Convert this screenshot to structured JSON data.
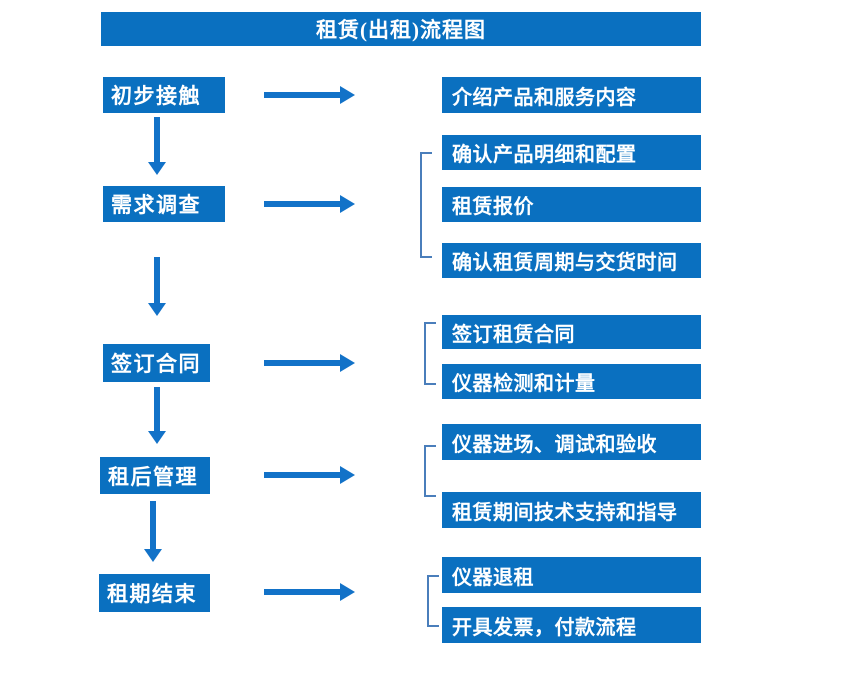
{
  "title": "租赁(出租)流程图",
  "colors": {
    "box_blue": "#0a70c0",
    "arrow_blue": "#1272c8",
    "bracket_blue": "#4a7ebb",
    "text_white": "#ffffff"
  },
  "flow": {
    "steps": [
      {
        "label": "初步接触",
        "details": [
          "介绍产品和服务内容"
        ]
      },
      {
        "label": "需求调查",
        "details": [
          "确认产品明细和配置",
          "租赁报价",
          "确认租赁周期与交货时间"
        ]
      },
      {
        "label": "签订合同",
        "details": [
          "签订租赁合同",
          "仪器检测和计量"
        ]
      },
      {
        "label": "租后管理",
        "details": [
          "仪器进场、调试和验收",
          "租赁期间技术支持和指导"
        ]
      },
      {
        "label": "租期结束",
        "details": [
          "仪器退租",
          "开具发票，付款流程"
        ]
      }
    ]
  }
}
